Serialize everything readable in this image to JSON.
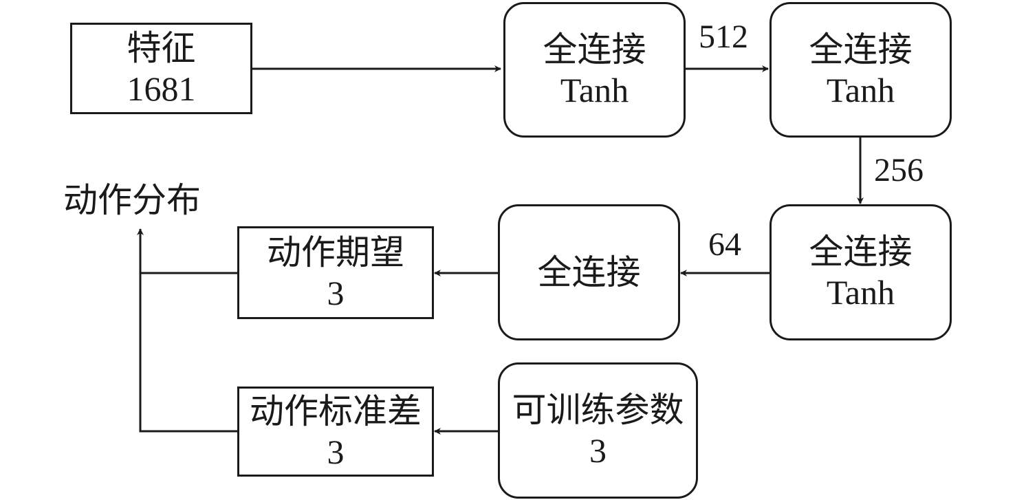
{
  "nodes": {
    "features": {
      "line1": "特征",
      "line2": "1681"
    },
    "fc1": {
      "line1": "全连接",
      "line2": "Tanh"
    },
    "fc2": {
      "line1": "全连接",
      "line2": "Tanh"
    },
    "fc3": {
      "line1": "全连接",
      "line2": "Tanh"
    },
    "fc4": {
      "line1": "全连接"
    },
    "action_mean": {
      "line1": "动作期望",
      "line2": "3"
    },
    "trainable_params": {
      "line1": "可训练参数",
      "line2": "3"
    },
    "action_std": {
      "line1": "动作标准差",
      "line2": "3"
    }
  },
  "edge_labels": {
    "fc1_fc2": "512",
    "fc2_fc3": "256",
    "fc3_fc4": "64"
  },
  "output_label": "动作分布"
}
